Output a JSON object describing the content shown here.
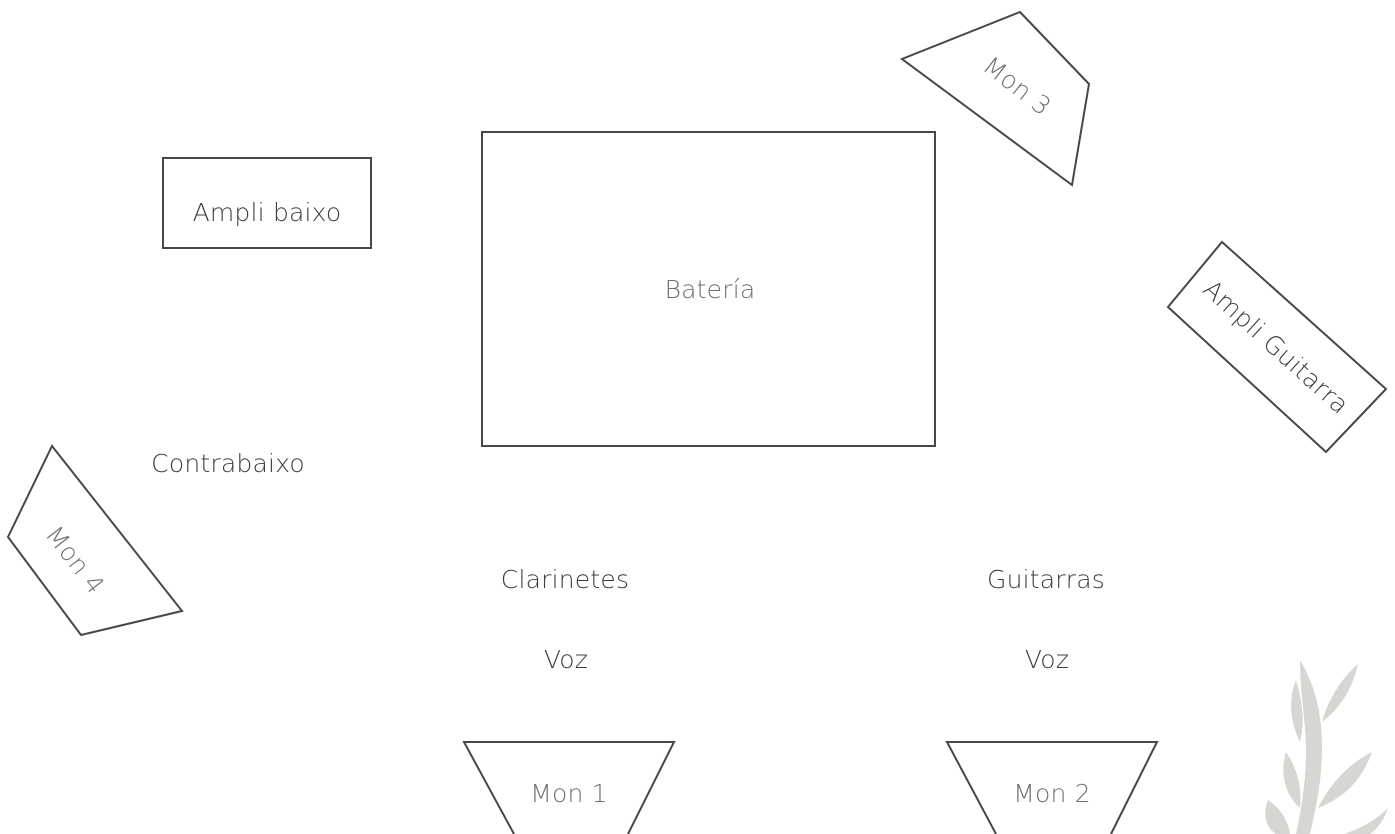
{
  "stage_plot": {
    "elements": {
      "drums": {
        "label": "Batería"
      },
      "bass_amp": {
        "label": "Ampli baixo"
      },
      "guitar_amp": {
        "label": "Ampli Guitarra"
      },
      "double_bass": {
        "label": "Contrabaixo"
      },
      "clarinets": {
        "label": "Clarinetes"
      },
      "guitars": {
        "label": "Guitarras"
      },
      "vocal_left": {
        "label": "Voz"
      },
      "vocal_right": {
        "label": "Voz"
      }
    },
    "monitors": [
      {
        "label": "Mon 1"
      },
      {
        "label": "Mon 2"
      },
      {
        "label": "Mon 3"
      },
      {
        "label": "Mon 4"
      }
    ],
    "colors": {
      "stroke": "#474747",
      "text": "#3c3c3c",
      "text_light": "#6e6e6e",
      "leaf_logo": "#d6d6d3"
    }
  }
}
